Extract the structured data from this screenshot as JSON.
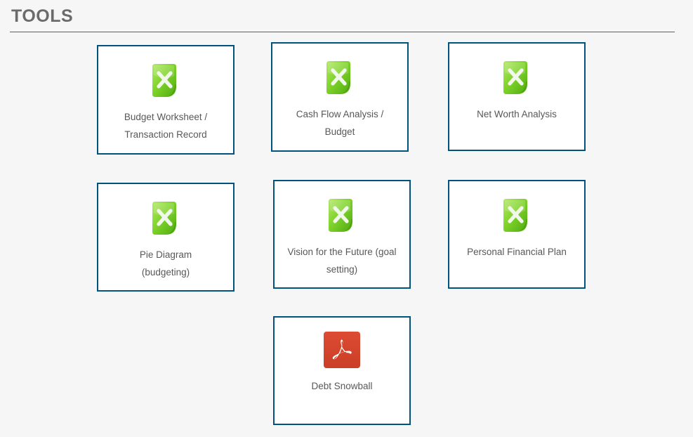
{
  "header": {
    "title": "TOOLS"
  },
  "colors": {
    "page_background": "#f6f6f6",
    "card_border": "#00537e",
    "card_background": "#ffffff",
    "title_text": "#6b6b6b",
    "label_text": "#585858",
    "excel_icon_green_light": "#a8e05a",
    "excel_icon_green_dark": "#4caf16",
    "pdf_icon_red": "#d9452e"
  },
  "tools": {
    "rows": [
      {
        "cards": [
          {
            "label_line1": "Budget Worksheet /",
            "label_line2": "Transaction Record",
            "icon": "excel-file-icon",
            "name": "tool-card-budget-worksheet"
          },
          {
            "label_line1": "Cash Flow Analysis /",
            "label_line2": "Budget",
            "icon": "excel-file-icon",
            "name": "tool-card-cash-flow-analysis"
          },
          {
            "label_line1": "Net Worth Analysis",
            "label_line2": "",
            "icon": "excel-file-icon",
            "name": "tool-card-net-worth-analysis"
          }
        ]
      },
      {
        "cards": [
          {
            "label_line1": "Pie Diagram",
            "label_line2": "(budgeting)",
            "icon": "excel-file-icon",
            "name": "tool-card-pie-diagram"
          },
          {
            "label_line1": "Vision for the Future (goal",
            "label_line2": "setting)",
            "icon": "excel-file-icon",
            "name": "tool-card-vision-for-the-future"
          },
          {
            "label_line1": "Personal Financial Plan",
            "label_line2": "",
            "icon": "excel-file-icon",
            "name": "tool-card-personal-financial-plan"
          }
        ]
      },
      {
        "cards": [
          {
            "label_line1": "Debt Snowball",
            "label_line2": "",
            "icon": "pdf-file-icon",
            "name": "tool-card-debt-snowball"
          }
        ]
      }
    ]
  }
}
